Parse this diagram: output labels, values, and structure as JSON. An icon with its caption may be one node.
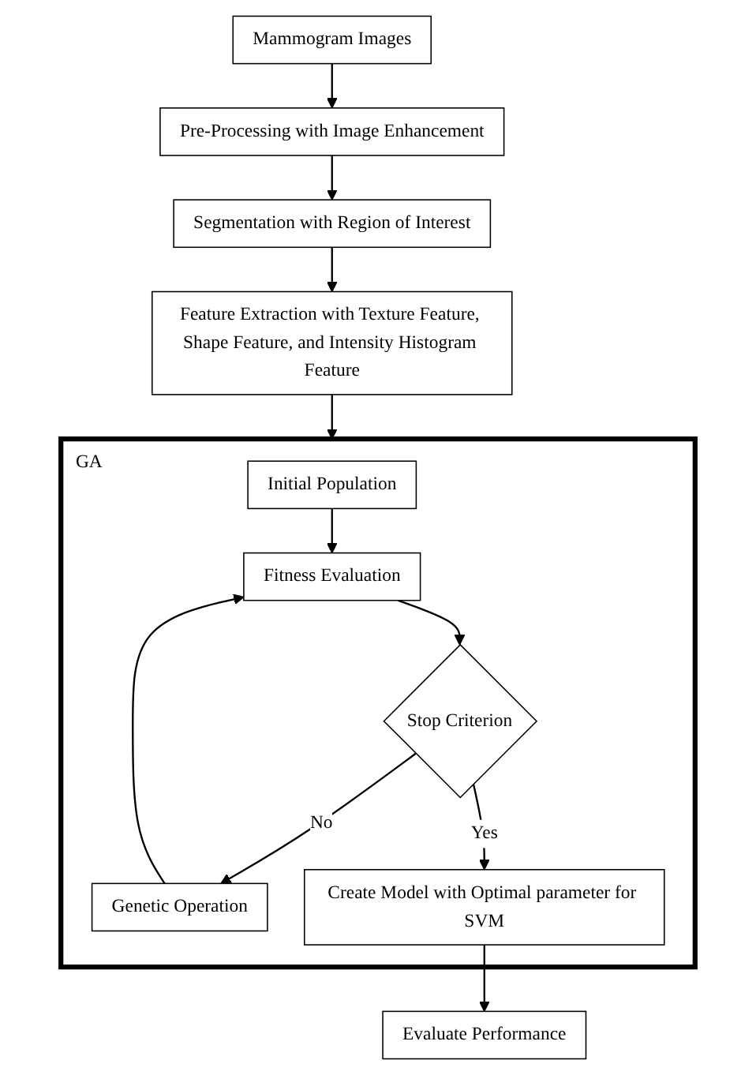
{
  "diagram": {
    "nodes": [
      {
        "text": [
          "Mammogram Images"
        ]
      },
      {
        "text": [
          "Pre-Processing with Image Enhancement"
        ]
      },
      {
        "text": [
          "Segmentation with Region of Interest"
        ]
      },
      {
        "text": [
          "Feature Extraction with Texture Feature, Shape Feature, and Intensity Histogram Feature"
        ]
      },
      {
        "text": [
          "GA"
        ]
      },
      {
        "text": [
          "Initial Population"
        ],
        "in": 4
      },
      {
        "text": [
          "Fitness Evaluation"
        ],
        "in": 4
      },
      {
        "text": [
          "Genetic Operation"
        ],
        "in": 4
      },
      {
        "text": [
          "Stop Criterion"
        ],
        "in": 4
      },
      {
        "text": [
          "Create Model with Optimal parameter for SVM"
        ],
        "in": 4
      },
      {
        "text": [
          "Evaluate Performance"
        ]
      }
    ],
    "edges": [
      {
        "from": 0,
        "to": 1,
        "arrow": "to"
      },
      {
        "from": 1,
        "to": 2,
        "arrow": "to"
      },
      {
        "from": 2,
        "to": 3,
        "arrow": "to"
      },
      {
        "from": 3,
        "to": 4,
        "arrow": "to"
      },
      {
        "from": 5,
        "to": 6,
        "arrow": "to"
      },
      {
        "from": 6,
        "to": 8,
        "arrow": "to"
      },
      {
        "from": 8,
        "to": 7,
        "arrow": "to",
        "label": "No"
      },
      {
        "from": 7,
        "to": 6,
        "arrow": "to"
      },
      {
        "from": 8,
        "to": 9,
        "arrow": "to",
        "label": "Yes"
      },
      {
        "from": 9,
        "to": 10,
        "arrow": "to"
      }
    ]
  }
}
